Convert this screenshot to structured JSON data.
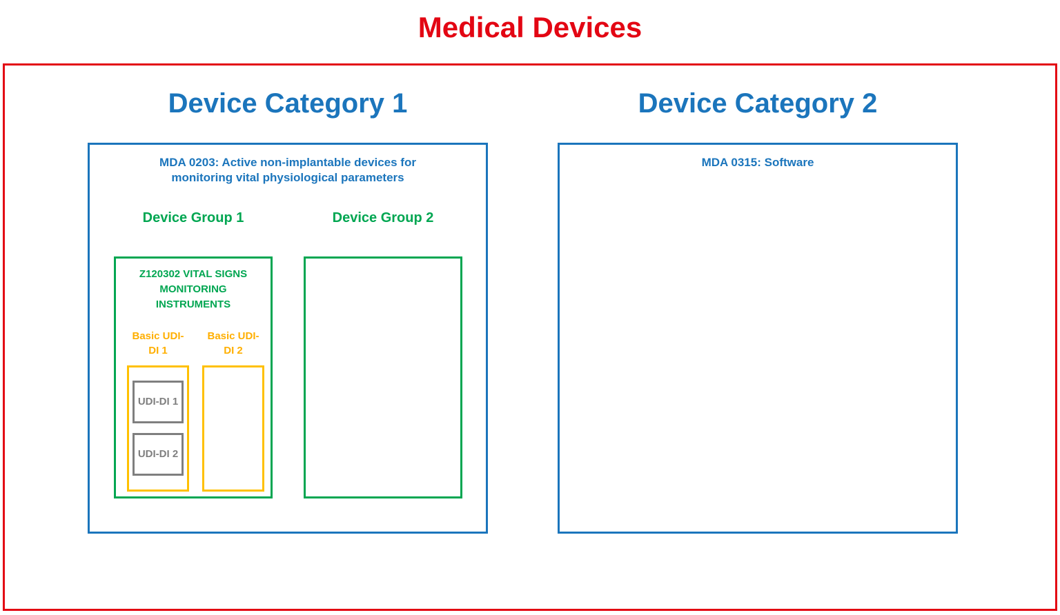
{
  "title": "Medical Devices",
  "colors": {
    "red": "#e30613",
    "blue": "#1b75bc",
    "green": "#00a651",
    "orange": "#ffaf00",
    "orange-border": "#ffc000",
    "gray": "#7f7f7f"
  },
  "categories": [
    {
      "heading": "Device Category 1",
      "box_label": "MDA 0203: Active non-implantable devices for monitoring vital physiological parameters",
      "groups": [
        {
          "heading": "Device Group 1",
          "box_label": "Z120302 VITAL SIGNS MONITORING INSTRUMENTS",
          "basic_udis": [
            {
              "heading": "Basic UDI-DI 1",
              "udis": [
                "UDI-DI 1",
                "UDI-DI 2"
              ]
            },
            {
              "heading": "Basic UDI-DI 2",
              "udis": []
            }
          ]
        },
        {
          "heading": "Device Group 2",
          "box_label": "",
          "basic_udis": []
        }
      ]
    },
    {
      "heading": "Device Category 2",
      "box_label": "MDA 0315: Software",
      "groups": []
    }
  ]
}
